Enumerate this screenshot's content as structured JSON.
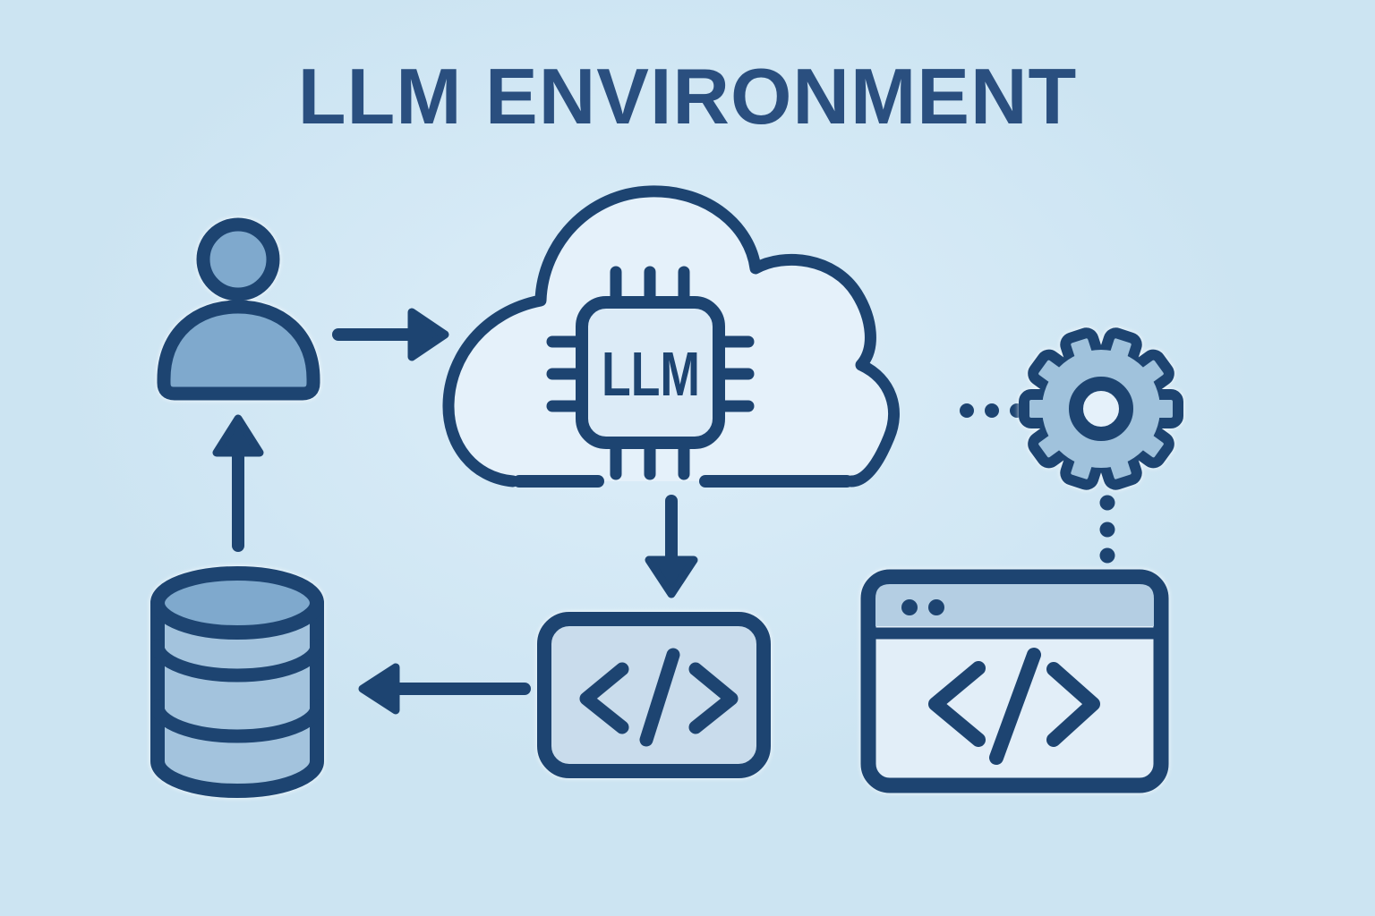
{
  "title": "LLM ENVIRONMENT",
  "diagram": {
    "nodes": [
      {
        "id": "user",
        "name": "user-icon",
        "type": "person"
      },
      {
        "id": "llm-cloud",
        "name": "cloud-icon",
        "type": "cloud",
        "chip_label": "LLM"
      },
      {
        "id": "gear",
        "name": "gear-icon",
        "type": "settings"
      },
      {
        "id": "code-box",
        "name": "code-box-icon",
        "type": "code",
        "glyph": "</>"
      },
      {
        "id": "database",
        "name": "database-icon",
        "type": "database"
      },
      {
        "id": "browser",
        "name": "browser-window-icon",
        "type": "browser",
        "glyph": "</>"
      }
    ],
    "connections": [
      {
        "from": "user",
        "to": "llm-cloud",
        "style": "solid-arrow",
        "direction": "right"
      },
      {
        "from": "llm-cloud",
        "to": "code-box",
        "style": "solid-arrow",
        "direction": "down"
      },
      {
        "from": "code-box",
        "to": "database",
        "style": "solid-arrow",
        "direction": "left"
      },
      {
        "from": "database",
        "to": "user",
        "style": "solid-arrow",
        "direction": "up"
      },
      {
        "from": "llm-cloud",
        "to": "gear",
        "style": "dotted-line",
        "direction": "right"
      },
      {
        "from": "gear",
        "to": "browser",
        "style": "dotted-line",
        "direction": "down"
      }
    ]
  },
  "colors": {
    "bg": "#cce4f2",
    "bg-center": "#ddeef9",
    "navy": "#1d4471",
    "title": "#2a4f7f",
    "light": "#e5f1fa",
    "chip": "#dcebf7",
    "medium": "#7fa9cd",
    "gear": "#a0c2dc",
    "db-body": "#a3c3dd",
    "codebox": "#c9dcec",
    "browser-bar": "#b4cee3",
    "browser-body": "#e2eef8"
  }
}
